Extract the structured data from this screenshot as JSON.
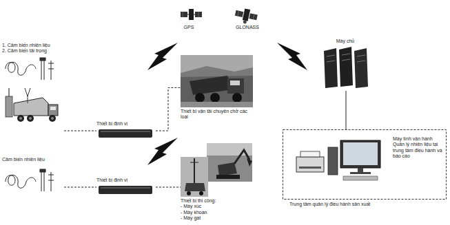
{
  "diagram": {
    "nodes": [
      {
        "text": [
          "GPS"
        ]
      },
      {
        "text": [
          "GLONASS"
        ]
      },
      {
        "text": [
          "1. Cảm biến nhiên liệu",
          "2. Cảm biến tải trọng"
        ]
      },
      {
        "text": [
          "Thiết bị định vị"
        ]
      },
      {
        "text": [
          "Thiết bị vận tải chuyên chở các loại"
        ]
      },
      {
        "text": [
          "Máy chủ"
        ]
      },
      {
        "text": [
          "Cảm biến nhiên liệu"
        ]
      },
      {
        "text": [
          "Thiết bị định vị"
        ]
      },
      {
        "text": [
          "Thiết bị thi công:",
          "- Máy xúc",
          "- Máy khoan",
          "- Máy gạt"
        ]
      },
      {
        "text": [
          "Trung tâm quản lý điều hành sản xuất"
        ]
      },
      {
        "text": [
          "Máy tính vận hành Quản lý nhiên liệu tại trung tâm điều hành và báo cáo"
        ],
        "in": 9
      }
    ],
    "edges": [
      {
        "from": 2,
        "to": 3,
        "arrow": "none"
      },
      {
        "from": 3,
        "to": 4,
        "arrow": "none"
      },
      {
        "from": 6,
        "to": 7,
        "arrow": "none"
      },
      {
        "from": 7,
        "to": 8,
        "arrow": "none"
      },
      {
        "from": 5,
        "to": 9,
        "arrow": "none"
      }
    ]
  }
}
